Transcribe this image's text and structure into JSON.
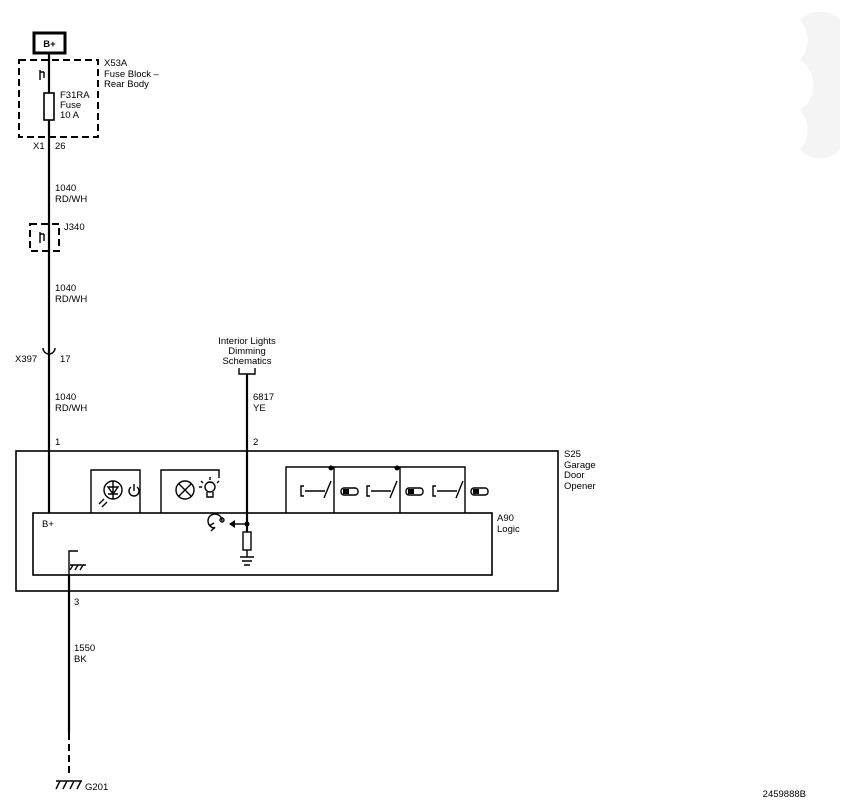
{
  "battery": {
    "label": "B+"
  },
  "fuse_block": {
    "id": "X53A",
    "name_line1": "Fuse Block –",
    "name_line2": "Rear Body",
    "fuse_id": "F31RA",
    "fuse_word": "Fuse",
    "fuse_rating": "10 A",
    "connector": "X1",
    "pin": "26"
  },
  "wire_1040_a": {
    "circuit": "1040",
    "color": "RD/WH"
  },
  "splice": {
    "id": "J340"
  },
  "wire_1040_b": {
    "circuit": "1040",
    "color": "RD/WH"
  },
  "inline_connector": {
    "id": "X397",
    "pin": "17"
  },
  "wire_1040_c": {
    "circuit": "1040",
    "color": "RD/WH"
  },
  "dimming_ref": {
    "line1": "Interior Lights",
    "line2": "Dimming",
    "line3": "Schematics"
  },
  "wire_6817": {
    "circuit": "6817",
    "color": "YE"
  },
  "module": {
    "pin_power": "1",
    "pin_dimming": "2",
    "pin_ground": "3",
    "id": "S25",
    "name_line1": "Garage",
    "name_line2": "Door",
    "name_line3": "Opener"
  },
  "logic": {
    "id": "A90",
    "name": "Logic",
    "bplus": "B+"
  },
  "wire_1550": {
    "circuit": "1550",
    "color": "BK"
  },
  "ground": {
    "id": "G201"
  },
  "figure_number": "2459888B"
}
